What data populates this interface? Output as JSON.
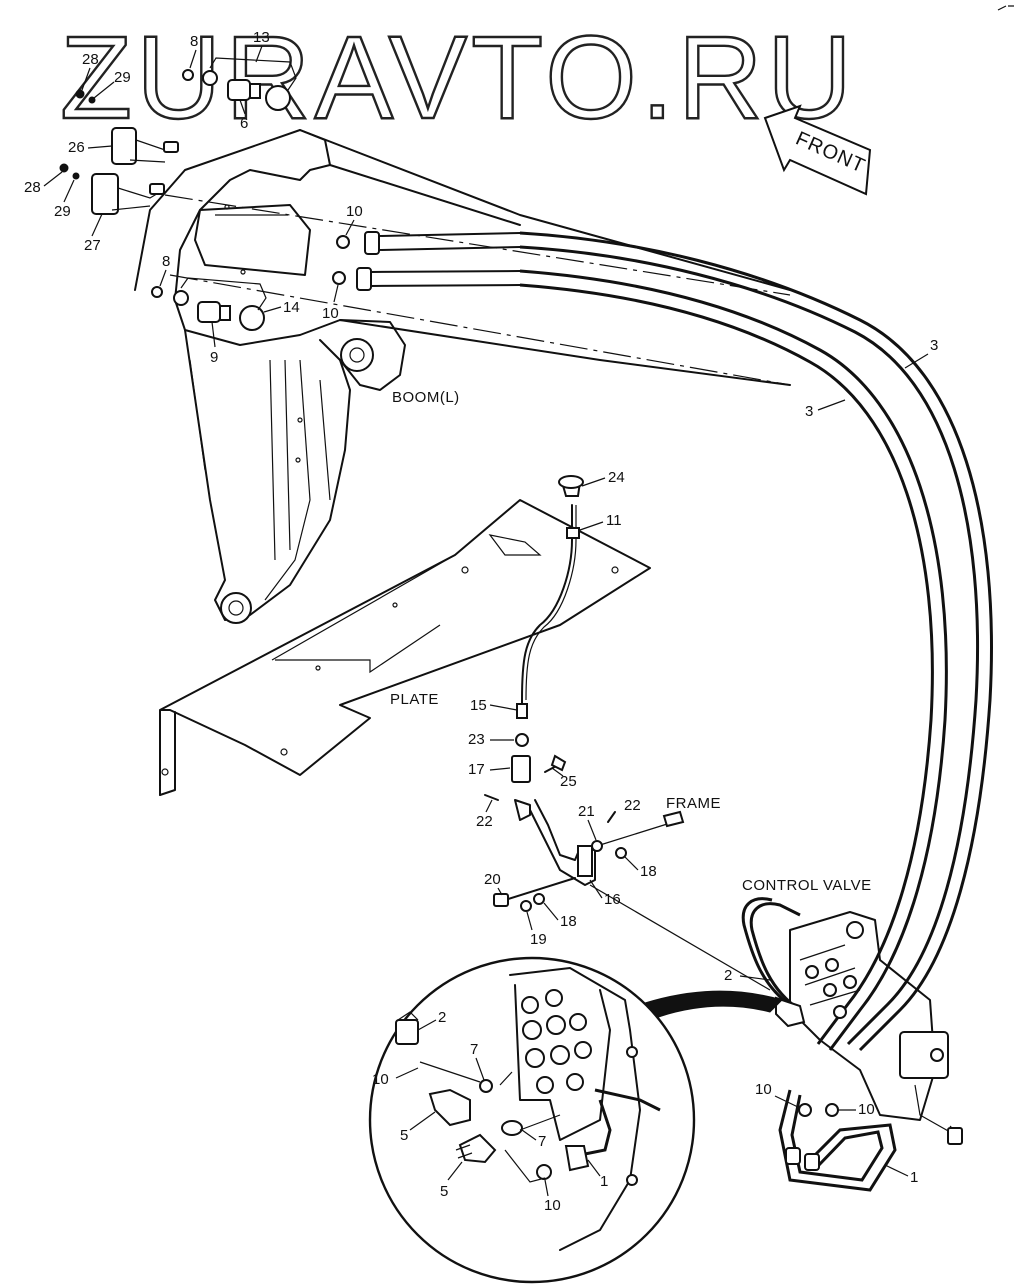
{
  "watermark": "ZURAVTO.RU",
  "direction": "FRONT",
  "components": {
    "boom": "BOOM(L)",
    "plate": "PLATE",
    "frame": "FRAME",
    "control_valve": "CONTROL VALVE"
  },
  "callouts": {
    "c1": "1",
    "c1b": "1",
    "c2": "2",
    "c2b": "2",
    "c3": "3",
    "c3b": "3",
    "c5": "5",
    "c5b": "5",
    "c6": "6",
    "c7": "7",
    "c7b": "7",
    "c8": "8",
    "c8b": "8",
    "c9": "9",
    "c10a": "10",
    "c10b": "10",
    "c10c": "10",
    "c10d": "10",
    "c10e": "10",
    "c10f": "10",
    "c11": "11",
    "c13": "13",
    "c14": "14",
    "c15": "15",
    "c16": "16",
    "c17": "17",
    "c18": "18",
    "c18b": "18",
    "c19": "19",
    "c20": "20",
    "c21": "21",
    "c22": "22",
    "c22b": "22",
    "c23": "23",
    "c24": "24",
    "c25": "25",
    "c26": "26",
    "c27": "27",
    "c28": "28",
    "c28b": "28",
    "c29": "29",
    "c29b": "29"
  }
}
